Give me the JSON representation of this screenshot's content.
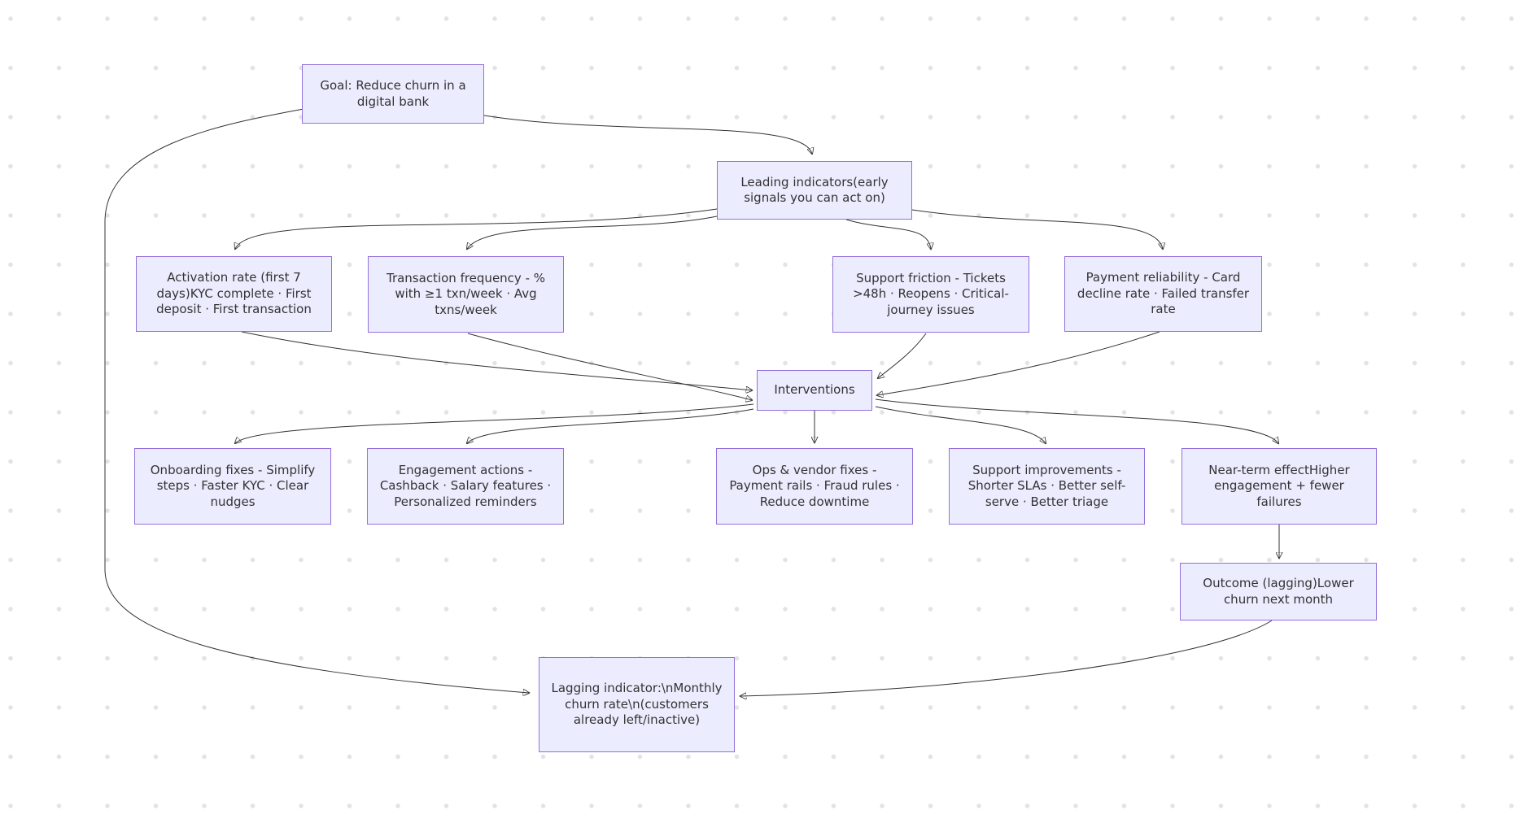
{
  "diagram": {
    "type": "flowchart",
    "colors": {
      "node_fill": "#ECECFF",
      "node_border": "#9370DB",
      "text": "#333333",
      "edge": "#333333",
      "background_dots": "#e3e3e3",
      "background": "#ffffff"
    },
    "nodes": {
      "goal": {
        "label": "Goal: Reduce churn in a digital bank"
      },
      "leading": {
        "label": "Leading indicators(early signals you can act on)"
      },
      "activation": {
        "label": "Activation rate (first 7 days)KYC complete · First deposit · First transaction"
      },
      "transaction": {
        "label": "Transaction frequency - % with ≥1 txn/week · Avg txns/week"
      },
      "support_friction": {
        "label": "Support friction - Tickets >48h · Reopens · Critical-journey issues"
      },
      "payment": {
        "label": "Payment reliability - Card decline rate · Failed transfer rate"
      },
      "interventions": {
        "label": "Interventions"
      },
      "onboarding": {
        "label": "Onboarding fixes - Simplify steps · Faster KYC · Clear nudges"
      },
      "engagement": {
        "label": "Engagement actions - Cashback · Salary features · Personalized reminders"
      },
      "ops": {
        "label": "Ops & vendor fixes - Payment rails · Fraud rules · Reduce downtime"
      },
      "support_improvements": {
        "label": "Support improvements - Shorter SLAs · Better self-serve · Better triage"
      },
      "near_term": {
        "label": "Near-term effectHigher engagement + fewer failures"
      },
      "outcome": {
        "label": "Outcome (lagging)Lower churn next month"
      },
      "lagging": {
        "label": "Lagging indicator:\\nMonthly churn rate\\n(customers already left/inactive)"
      }
    },
    "edges": [
      {
        "from": "goal",
        "to": "leading"
      },
      {
        "from": "goal",
        "to": "lagging"
      },
      {
        "from": "leading",
        "to": "activation"
      },
      {
        "from": "leading",
        "to": "transaction"
      },
      {
        "from": "leading",
        "to": "support_friction"
      },
      {
        "from": "leading",
        "to": "payment"
      },
      {
        "from": "activation",
        "to": "interventions"
      },
      {
        "from": "transaction",
        "to": "interventions"
      },
      {
        "from": "support_friction",
        "to": "interventions"
      },
      {
        "from": "payment",
        "to": "interventions"
      },
      {
        "from": "interventions",
        "to": "onboarding"
      },
      {
        "from": "interventions",
        "to": "engagement"
      },
      {
        "from": "interventions",
        "to": "ops"
      },
      {
        "from": "interventions",
        "to": "support_improvements"
      },
      {
        "from": "interventions",
        "to": "near_term"
      },
      {
        "from": "near_term",
        "to": "outcome"
      },
      {
        "from": "outcome",
        "to": "lagging"
      }
    ]
  }
}
